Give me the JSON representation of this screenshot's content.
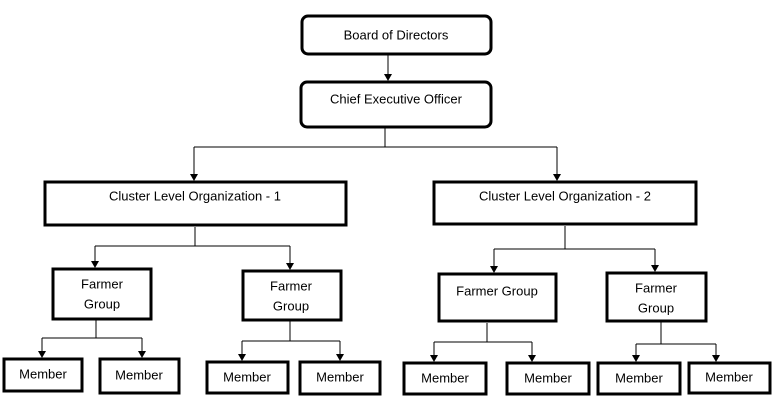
{
  "org_chart": {
    "board": "Board of Directors",
    "ceo": "Chief Executive Officer",
    "cluster1": "Cluster Level Organization - 1",
    "cluster2": "Cluster Level Organization - 2",
    "groups": [
      {
        "line1": "Farmer",
        "line2": "Group"
      },
      {
        "line1": "Farmer",
        "line2": "Group"
      },
      {
        "line1": "Farmer Group",
        "line2": ""
      },
      {
        "line1": "Farmer",
        "line2": "Group"
      }
    ],
    "member": "Member"
  }
}
